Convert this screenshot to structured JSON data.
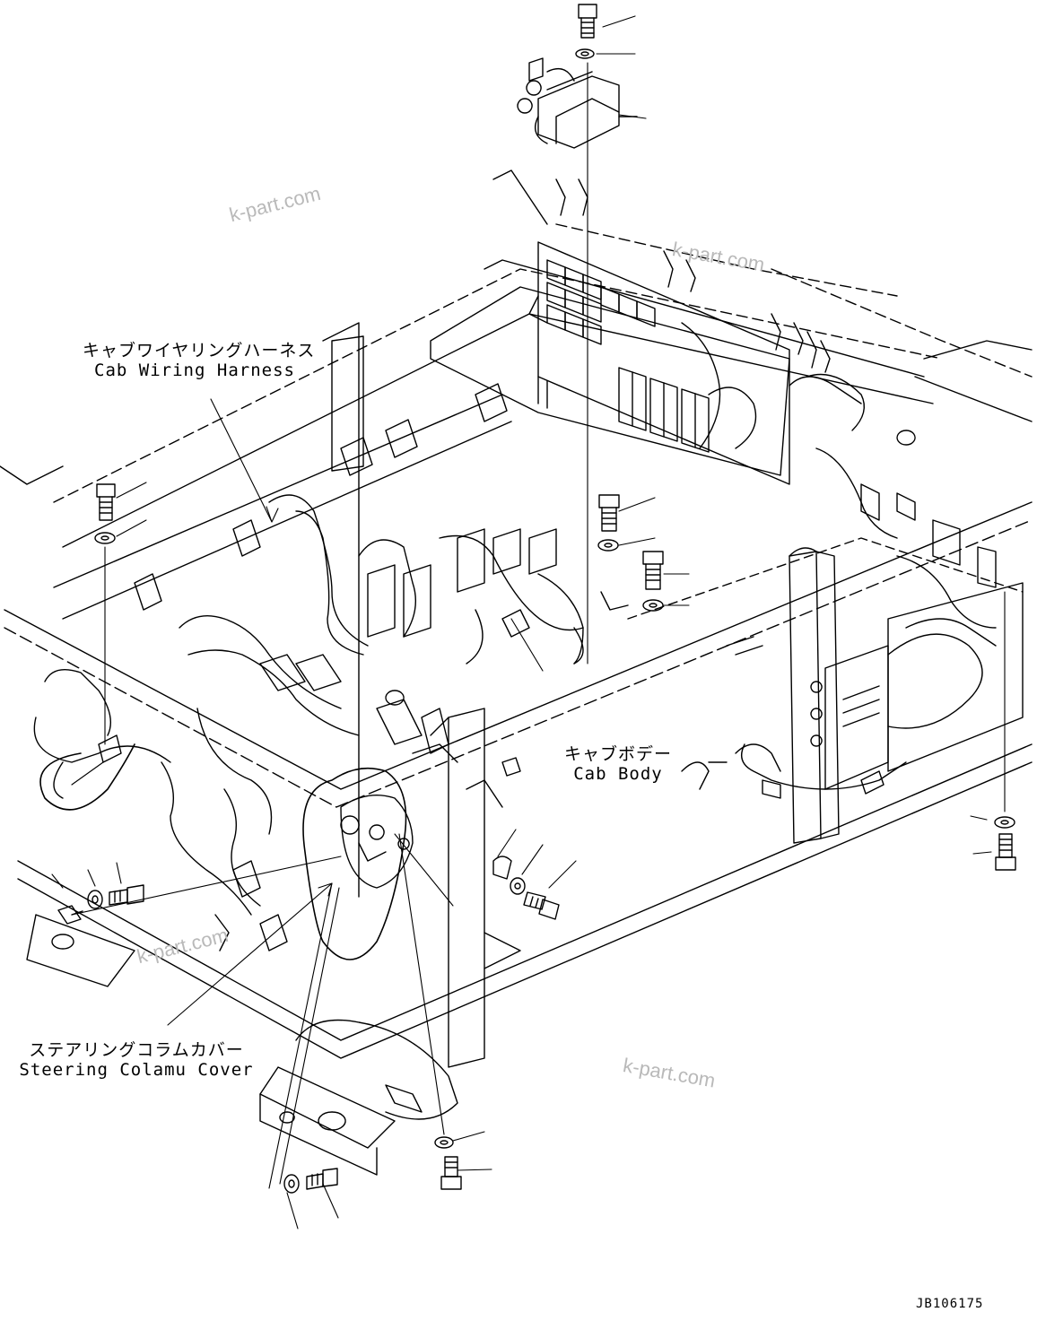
{
  "labels": {
    "cab_wiring_harness": {
      "ja": "キャブワイヤリングハーネス",
      "en": "Cab Wiring Harness"
    },
    "cab_body": {
      "ja": "キャブボデー",
      "en": "Cab Body"
    },
    "steering_column_cover": {
      "ja": "ステアリングコラムカバー",
      "en": "Steering Colamu Cover"
    }
  },
  "watermarks": [
    "k-part.com",
    "k-part.com",
    "k-part.com",
    "k-part.com"
  ],
  "drawing_code": "JB106175",
  "colors": {
    "line": "#000000",
    "watermark": "#b9b9b9",
    "background": "#ffffff"
  }
}
